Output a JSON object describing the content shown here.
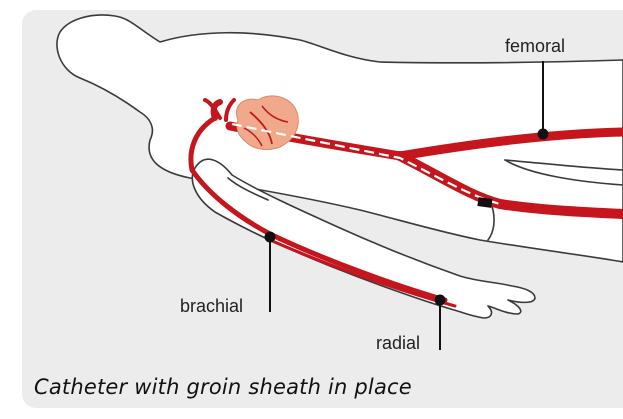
{
  "labels": {
    "femoral": "femoral",
    "brachial": "brachial",
    "radial": "radial"
  },
  "caption": "Catheter with groin sheath in place",
  "colors": {
    "background_panel": "#ececec",
    "body_fill": "#ffffff",
    "body_outline": "#3a3a3a",
    "artery": "#c4161c",
    "catheter": "#ffffff",
    "heart": "#f0a98a",
    "sheath": "#111111"
  },
  "icons": {
    "heart": "heart-icon",
    "sheath": "groin-sheath-icon"
  }
}
